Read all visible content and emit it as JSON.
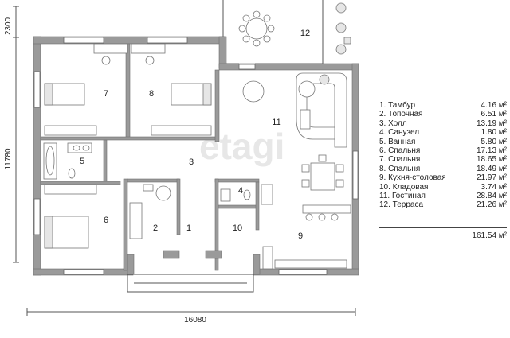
{
  "dimensions": {
    "width_total": "16080",
    "height_main": "11780",
    "height_terrace": "2300"
  },
  "watermark": "etagi",
  "rooms": [
    {
      "num": "1",
      "name": "Тамбур",
      "area": "4.16 м²"
    },
    {
      "num": "2",
      "name": "Топочная",
      "area": "6.51 м²"
    },
    {
      "num": "3",
      "name": "Холл",
      "area": "13.19 м²"
    },
    {
      "num": "4",
      "name": "Санузел",
      "area": "1.80 м²"
    },
    {
      "num": "5",
      "name": "Ванная",
      "area": "5.80 м²"
    },
    {
      "num": "6",
      "name": "Спальня",
      "area": "17.13 м²"
    },
    {
      "num": "7",
      "name": "Спальня",
      "area": "18.65 м²"
    },
    {
      "num": "8",
      "name": "Спальня",
      "area": "18.49 м²"
    },
    {
      "num": "9",
      "name": "Кухня-столовая",
      "area": "21.97 м²"
    },
    {
      "num": "10",
      "name": "Кладовая",
      "area": "3.74 м²"
    },
    {
      "num": "11",
      "name": "Гостиная",
      "area": "28.84 м²"
    },
    {
      "num": "12",
      "name": "Терраса",
      "area": "21.26 м²"
    }
  ],
  "legend": {
    "row_labels": [
      "1. Тамбур",
      "2. Топочная",
      "3. Холл",
      "4. Санузел",
      "5. Ванная",
      "6. Спальня",
      "7. Спальня",
      "8. Спальня",
      "9. Кухня-столовая",
      "10. Кладовая",
      "11. Гостиная",
      "12. Терраса"
    ],
    "total": "161.54 м²"
  },
  "colors": {
    "wall": "#9a9a9a",
    "line": "#555555",
    "watermark": "#d8d8d8"
  }
}
